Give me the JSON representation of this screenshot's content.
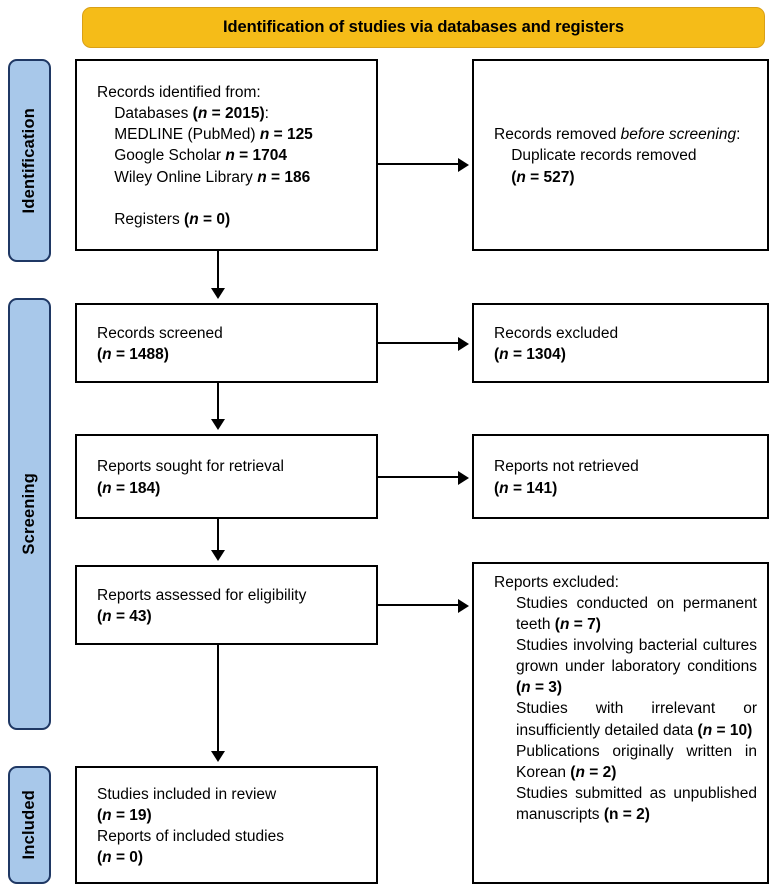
{
  "banner": {
    "label": "Identification of studies via databases and registers"
  },
  "phases": [
    {
      "key": "identification",
      "label": "Identification"
    },
    {
      "key": "screening",
      "label": "Screening"
    },
    {
      "key": "included",
      "label": "Included"
    }
  ],
  "boxes": {
    "identified": {
      "title": "Records identified from:",
      "lines": [
        "    Databases (n = 2015):",
        "    MEDLINE (PubMed) n = 125",
        "    Google Scholar n = 1704",
        "    Wiley Online Library n = 186",
        "",
        "    Registers (n = 0)"
      ]
    },
    "removed": {
      "title": "Records removed before screening:",
      "lines": [
        "    Duplicate records removed",
        "    (n = 527)"
      ]
    },
    "screened": {
      "title": "Records screened",
      "count": "(n = 1488)"
    },
    "records_excluded": {
      "title": "Records excluded",
      "count": "(n = 1304)"
    },
    "sought": {
      "title": "Reports sought for retrieval",
      "count": "(n = 184)"
    },
    "not_retrieved": {
      "title": "Reports not retrieved",
      "count": "(n = 141)"
    },
    "assessed": {
      "title": "Reports assessed for eligibility",
      "count": "(n = 43)"
    },
    "reports_excluded": {
      "title": "Reports excluded:",
      "reasons": [
        {
          "text": "Studies conducted on permanent teeth",
          "count": "(n = 7)"
        },
        {
          "text": "Studies involving bacterial cultures grown under laboratory conditions",
          "count": "(n = 3)"
        },
        {
          "text": "Studies with irrelevant or insufficiently detailed data",
          "count": "(n = 10)"
        },
        {
          "text": "Publications originally written in Korean",
          "count": "(n = 2)"
        },
        {
          "text": "Studies submitted as unpublished manuscripts",
          "count": "(n = 2)"
        }
      ]
    },
    "included": {
      "title": "Studies included in review",
      "count": "(n = 19)",
      "title2": "Reports of included studies",
      "count2": "(n = 0)"
    }
  },
  "colors": {
    "banner_fill": "#F5BC18",
    "banner_border": "#D9A017",
    "phase_fill": "#A8C8EA",
    "phase_border": "#1F3864",
    "box_border": "#000000",
    "text": "#000000"
  }
}
